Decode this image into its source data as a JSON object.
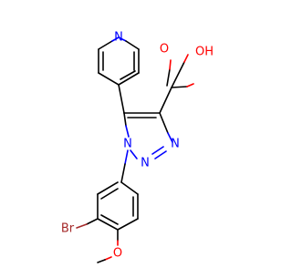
{
  "molecule": {
    "atoms": {
      "pyridine_n": "N",
      "carboxyl_o": "O",
      "hydroxyl": "OH",
      "triazole_n1": "N",
      "triazole_n2": "N",
      "triazole_n3": "N",
      "bromine": "Br",
      "methoxy_o": "O"
    }
  },
  "colors": {
    "nitrogen": "#0000ff",
    "oxygen": "#ff0000",
    "bromine": "#a52a2a",
    "carbon": "#000000"
  }
}
